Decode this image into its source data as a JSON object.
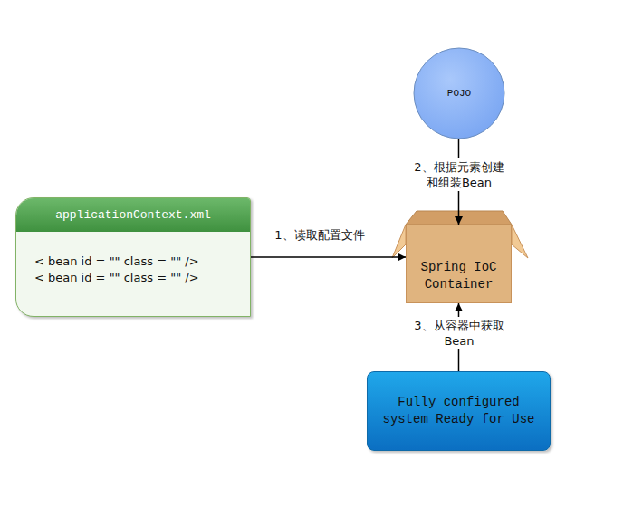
{
  "diagram": {
    "nodes": [
      {
        "text": [
          "applicationContext.xml",
          "< bean id = \"\" class = \"\" />",
          "< bean id = \"\" class = \"\" />"
        ]
      },
      {
        "text": [
          "POJO"
        ]
      },
      {
        "text": [
          "Spring IoC Container"
        ]
      },
      {
        "text": [
          "Fully configured system Ready for Use"
        ]
      }
    ],
    "edges": [
      {
        "from": 0,
        "to": 2,
        "arrow": "to",
        "label": "1、读取配置文件"
      },
      {
        "from": 1,
        "to": 2,
        "arrow": "to",
        "label": "2、根据元素创建和组装Bean"
      },
      {
        "from": 3,
        "to": 2,
        "arrow": "to",
        "label": "3、从容器中获取Bean"
      }
    ]
  }
}
